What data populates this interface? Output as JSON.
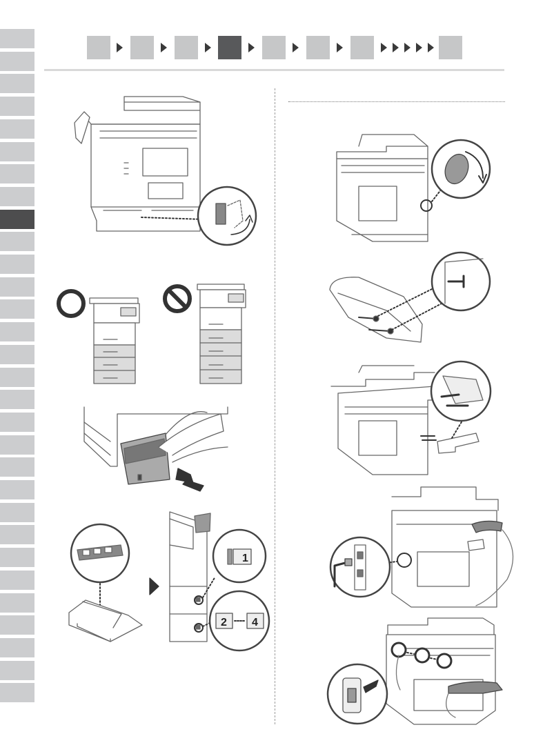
{
  "page": {
    "side_tab_count": 30,
    "active_side_tab": 8
  },
  "steps": {
    "count": 8,
    "active": 4
  },
  "colors": {
    "tab": "#cccdcf",
    "tab_active": "#4d4d4e",
    "step": "#c6c7c8",
    "step_active": "#58595b"
  },
  "illustrations": {
    "page_number": "",
    "step_labels": [
      "1",
      "2",
      "4"
    ],
    "icons": [
      "ok-circle-icon",
      "prohibited-icon",
      "push-arrow-icon",
      "next-arrow-icon"
    ]
  }
}
